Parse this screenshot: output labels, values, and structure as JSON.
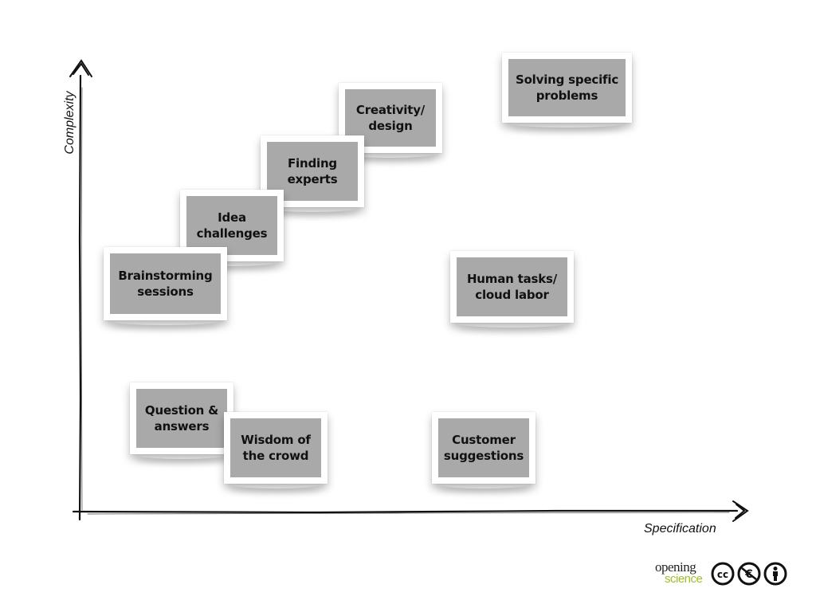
{
  "axes": {
    "y_label": "Complexity",
    "x_label": "Specification"
  },
  "cards": [
    {
      "id": "solving-specific-problems",
      "text": "Solving specific\nproblems"
    },
    {
      "id": "creativity-design",
      "text": "Creativity/\ndesign"
    },
    {
      "id": "finding-experts",
      "text": "Finding\nexperts"
    },
    {
      "id": "idea-challenges",
      "text": "Idea\nchallenges"
    },
    {
      "id": "brainstorming-sessions",
      "text": "Brainstorming\nsessions"
    },
    {
      "id": "human-tasks-cloud-labor",
      "text": "Human tasks/\ncloud labor"
    },
    {
      "id": "question-answers",
      "text": "Question &\nanswers"
    },
    {
      "id": "wisdom-of-the-crowd",
      "text": "Wisdom of\nthe crowd"
    },
    {
      "id": "customer-suggestions",
      "text": "Customer\nsuggestions"
    }
  ],
  "logo": {
    "word1": "opening",
    "word2": "science",
    "word2_color": "#9fbf2a",
    "license_icons": [
      "cc-icon",
      "noncommercial-icon",
      "attribution-icon"
    ]
  }
}
